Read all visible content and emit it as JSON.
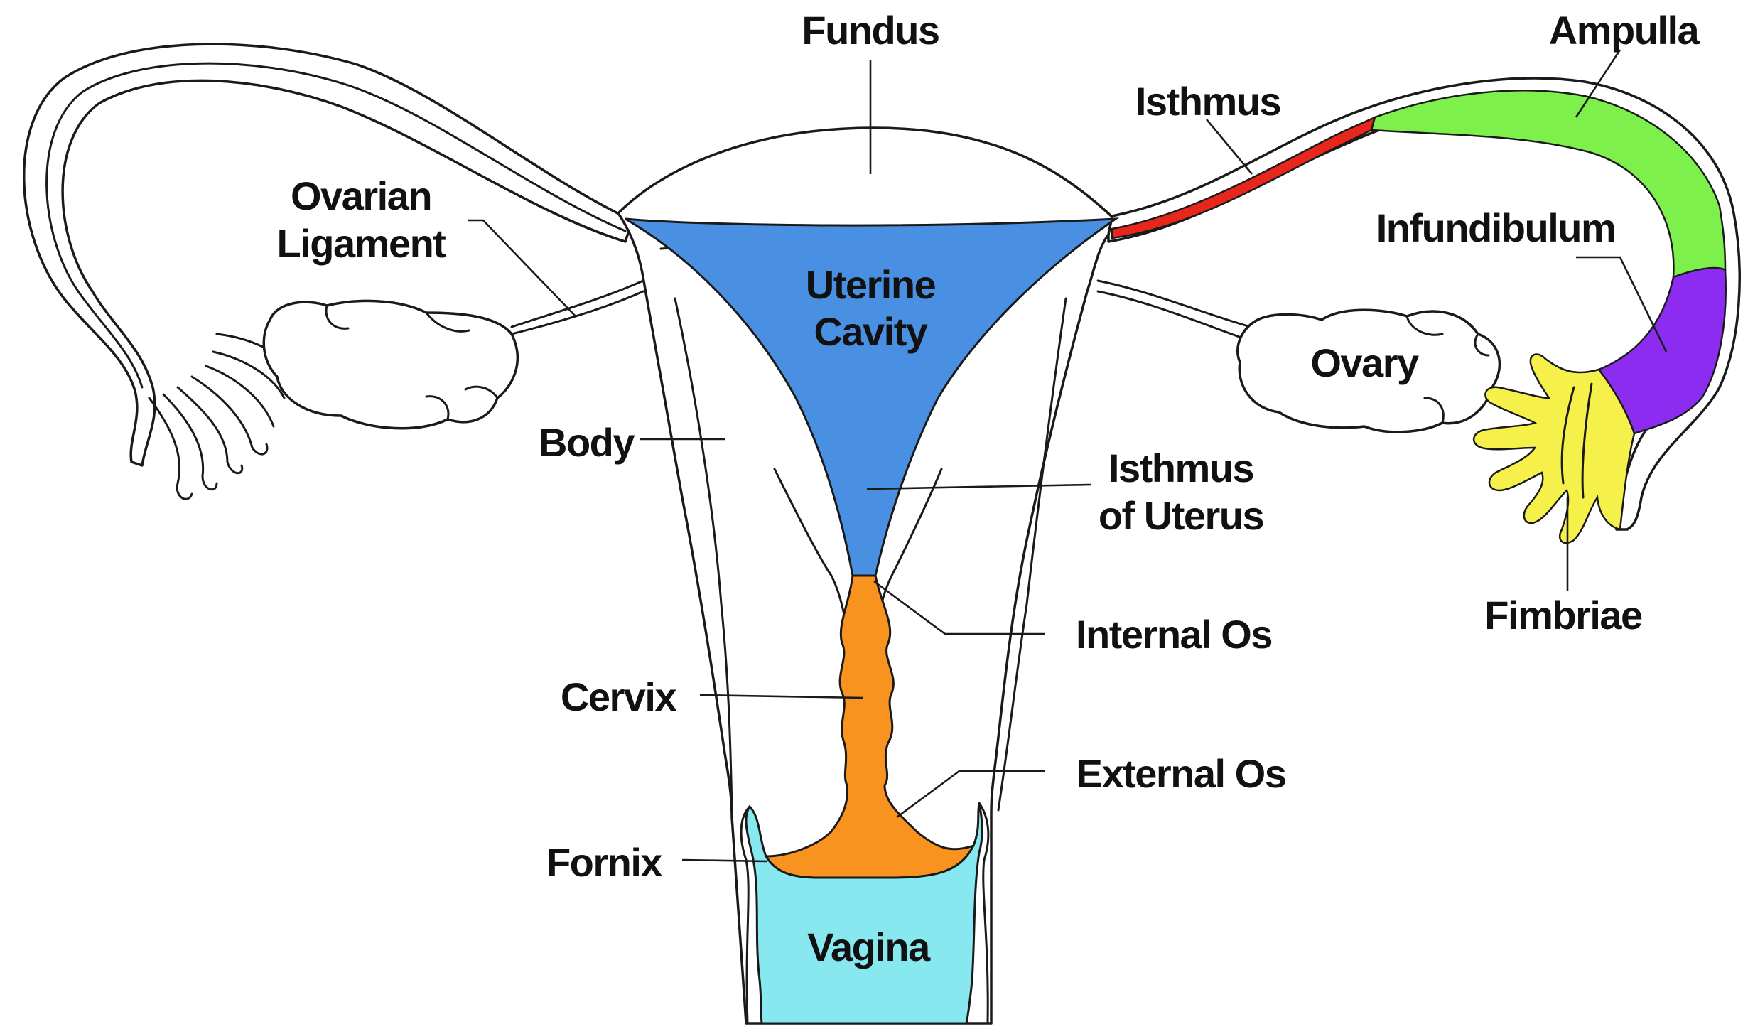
{
  "colors": {
    "uterine_cavity": "#4a90e2",
    "cervical_canal": "#f7931e",
    "vagina": "#87e8ef",
    "isthmus_tube": "#e8271c",
    "ampulla": "#7ef04c",
    "infundibulum": "#8c2cf0",
    "fimbriae": "#f5f04a"
  },
  "labels": {
    "fundus": "Fundus",
    "ampulla": "Ampulla",
    "isthmus": "Isthmus",
    "ovarian_ligament_1": "Ovarian",
    "ovarian_ligament_2": "Ligament",
    "uterine_cavity_1": "Uterine",
    "uterine_cavity_2": "Cavity",
    "infundibulum": "Infundibulum",
    "ovary": "Ovary",
    "body": "Body",
    "isthmus_of_uterus_1": "Isthmus",
    "isthmus_of_uterus_2": "of Uterus",
    "internal_os": "Internal Os",
    "fimbriae": "Fimbriae",
    "cervix": "Cervix",
    "external_os": "External Os",
    "fornix": "Fornix",
    "vagina": "Vagina"
  }
}
